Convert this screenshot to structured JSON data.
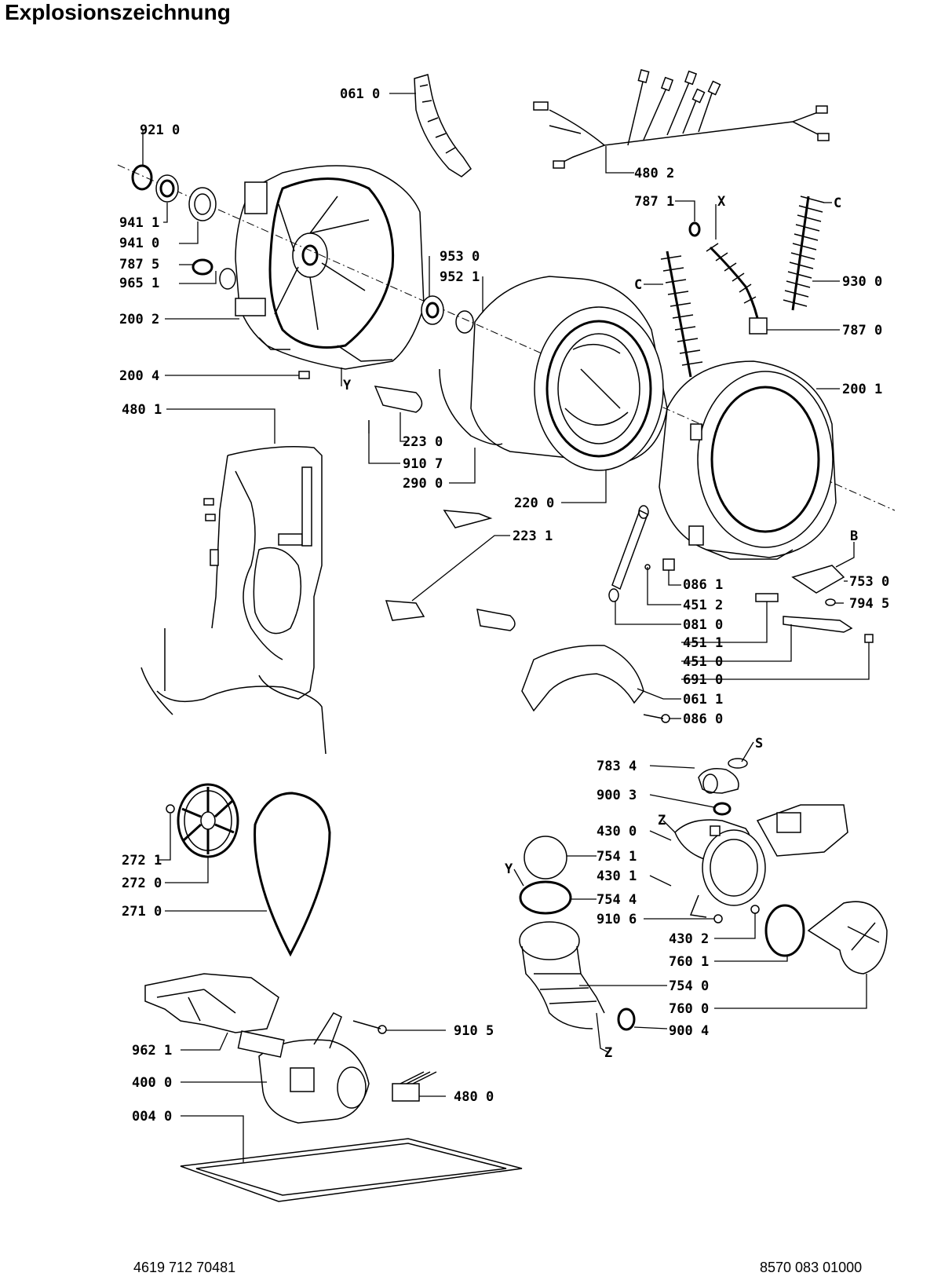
{
  "title": "Explosionszeichnung",
  "footer": {
    "left": "4619 712 70481",
    "right": "8570 083 01000"
  },
  "labels": {
    "p0610": "061 0",
    "p9210": "921 0",
    "p4802": "480 2",
    "p7871": "787 1",
    "pX": "X",
    "pC1": "C",
    "p9411": "941 1",
    "p9410": "941 0",
    "p7875": "787 5",
    "p9651": "965 1",
    "p9530": "953 0",
    "p9521": "952 1",
    "pC2": "C",
    "p9300": "930 0",
    "p2002": "200 2",
    "p7870": "787 0",
    "p2004": "200 4",
    "pY1": "Y",
    "p2001": "200 1",
    "p4801": "480 1",
    "p2230": "223 0",
    "p9107": "910 7",
    "p2900": "290 0",
    "p2200": "220 0",
    "p2231": "223 1",
    "pB": "B",
    "p0861": "086 1",
    "p7530": "753 0",
    "p4512": "451 2",
    "p7945": "794 5",
    "p0810": "081 0",
    "p4511": "451 1",
    "p4510": "451 0",
    "p6910": "691 0",
    "p0611": "061 1",
    "p0860": "086 0",
    "pS": "S",
    "p7834": "783 4",
    "p9003": "900 3",
    "pZ1": "Z",
    "p4300": "430 0",
    "p7541": "754 1",
    "pY2": "Y",
    "p4301": "430 1",
    "p7544": "754 4",
    "p9106": "910 6",
    "p4302": "430 2",
    "p7601": "760 1",
    "p7540": "754 0",
    "p7600": "760 0",
    "p9004": "900 4",
    "pZ2": "Z",
    "p2721": "272 1",
    "p2720": "272 0",
    "p2710": "271 0",
    "p9105": "910 5",
    "p9621": "962 1",
    "p4000": "400 0",
    "p4800": "480 0",
    "p0040": "004 0"
  }
}
